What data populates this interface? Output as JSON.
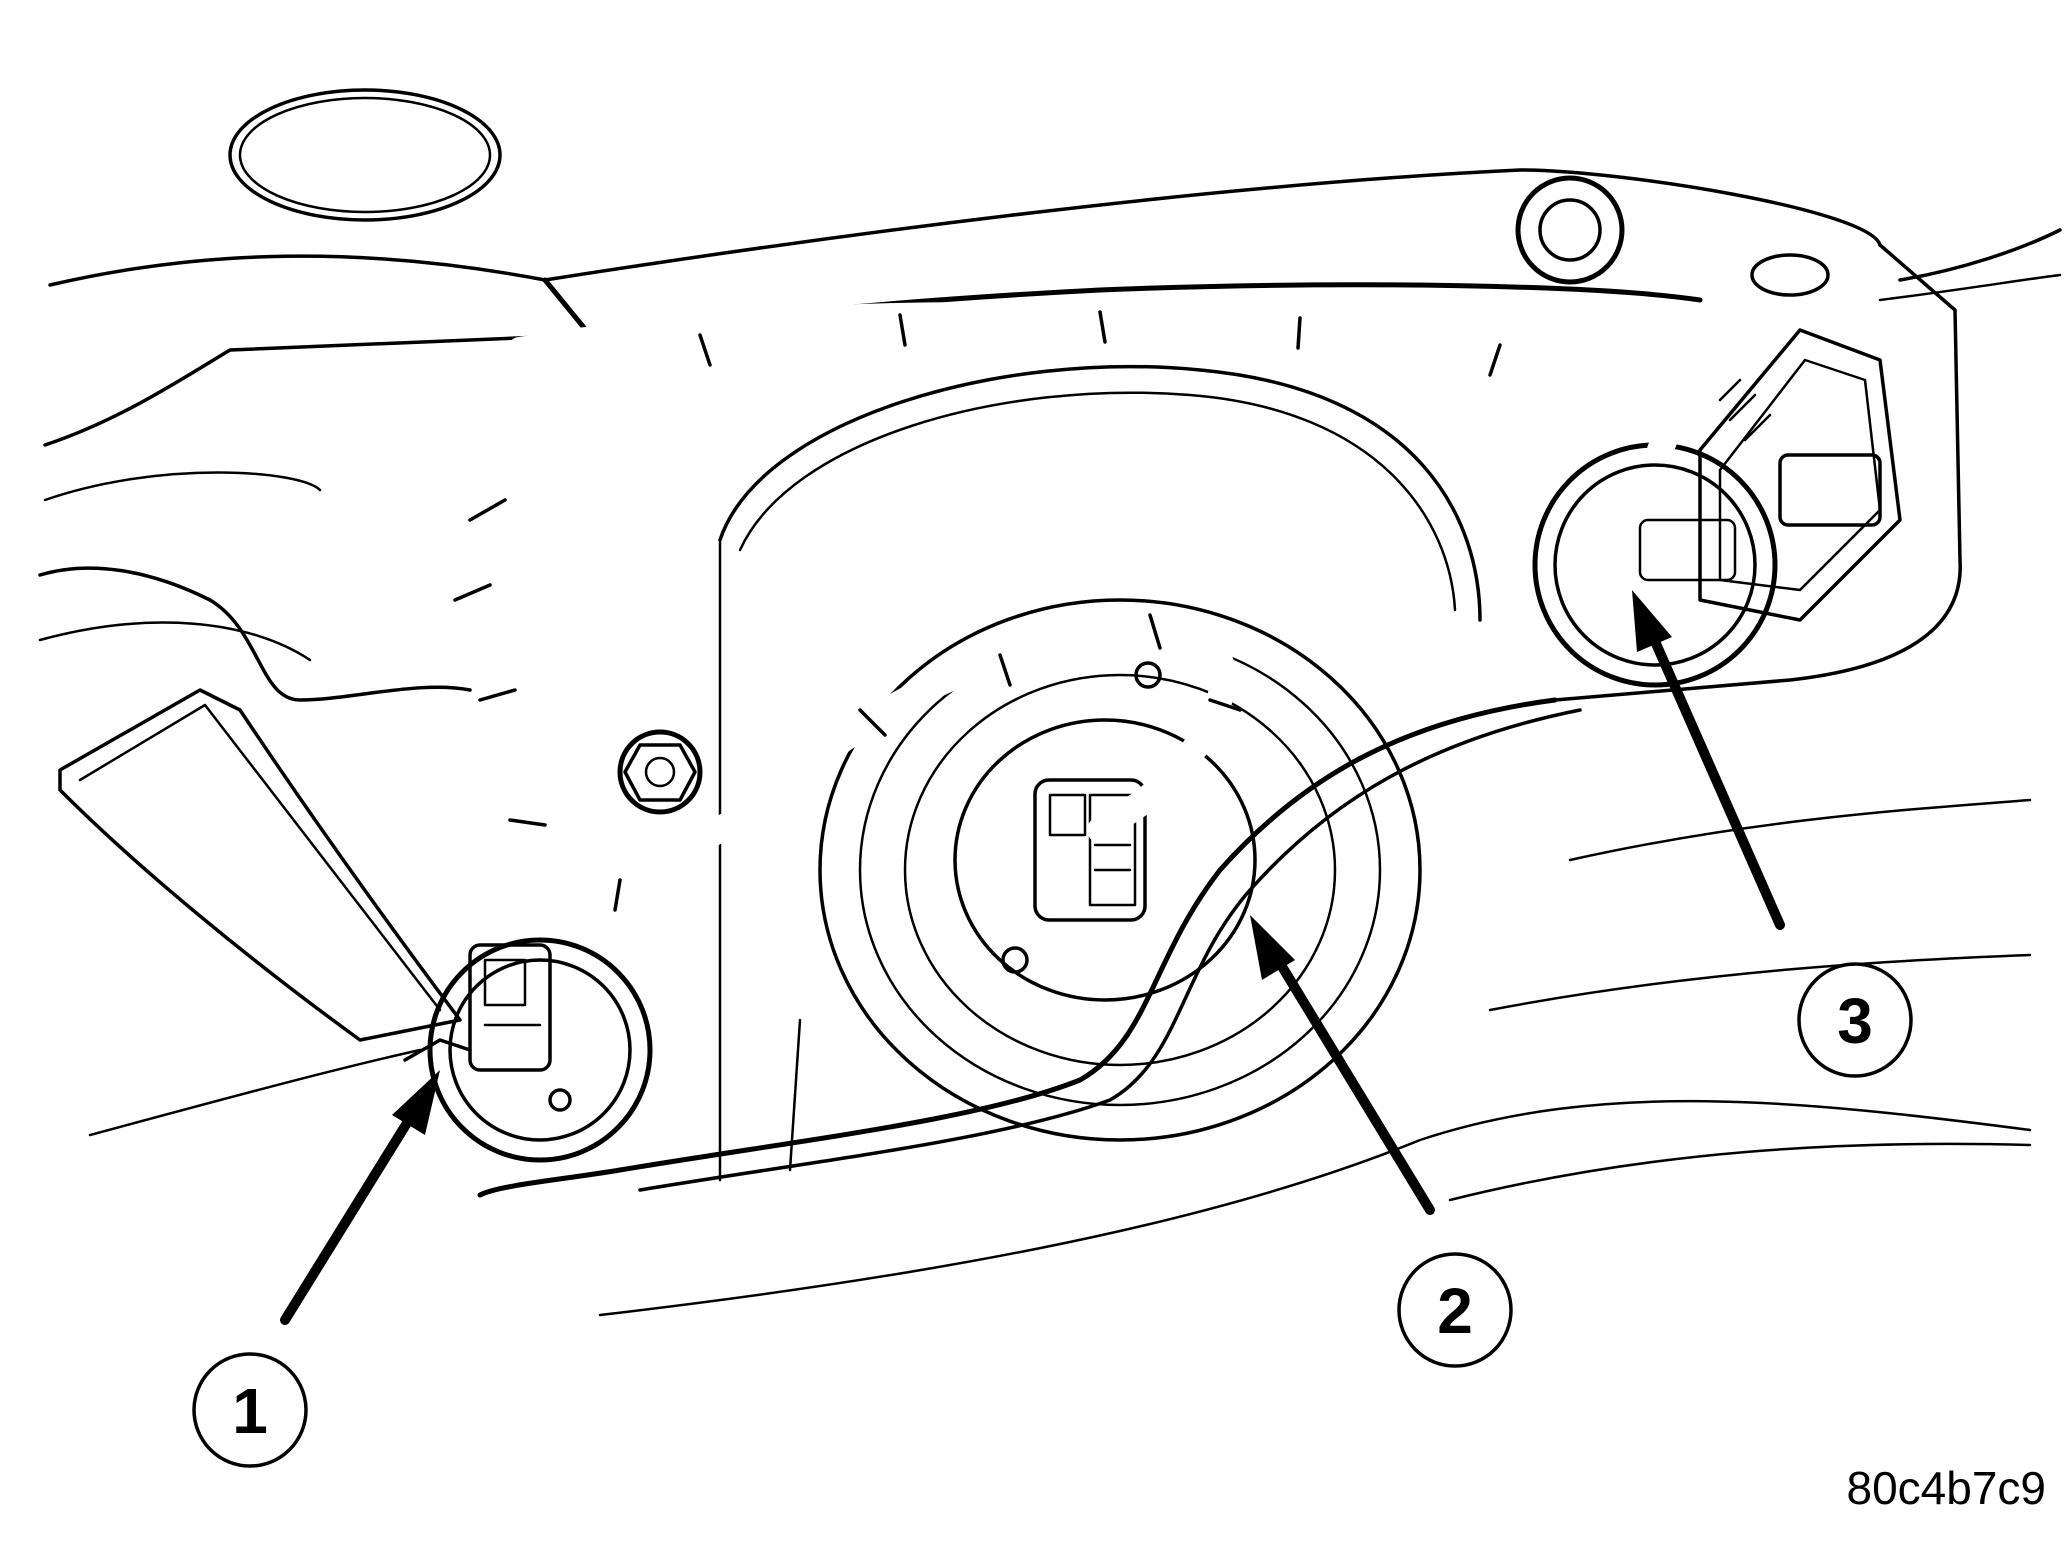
{
  "figure": {
    "id": "80c4b7c9",
    "callouts": [
      {
        "number": "1"
      },
      {
        "number": "2"
      },
      {
        "number": "3"
      }
    ]
  },
  "colors": {
    "line": "#000000",
    "background": "#ffffff"
  }
}
